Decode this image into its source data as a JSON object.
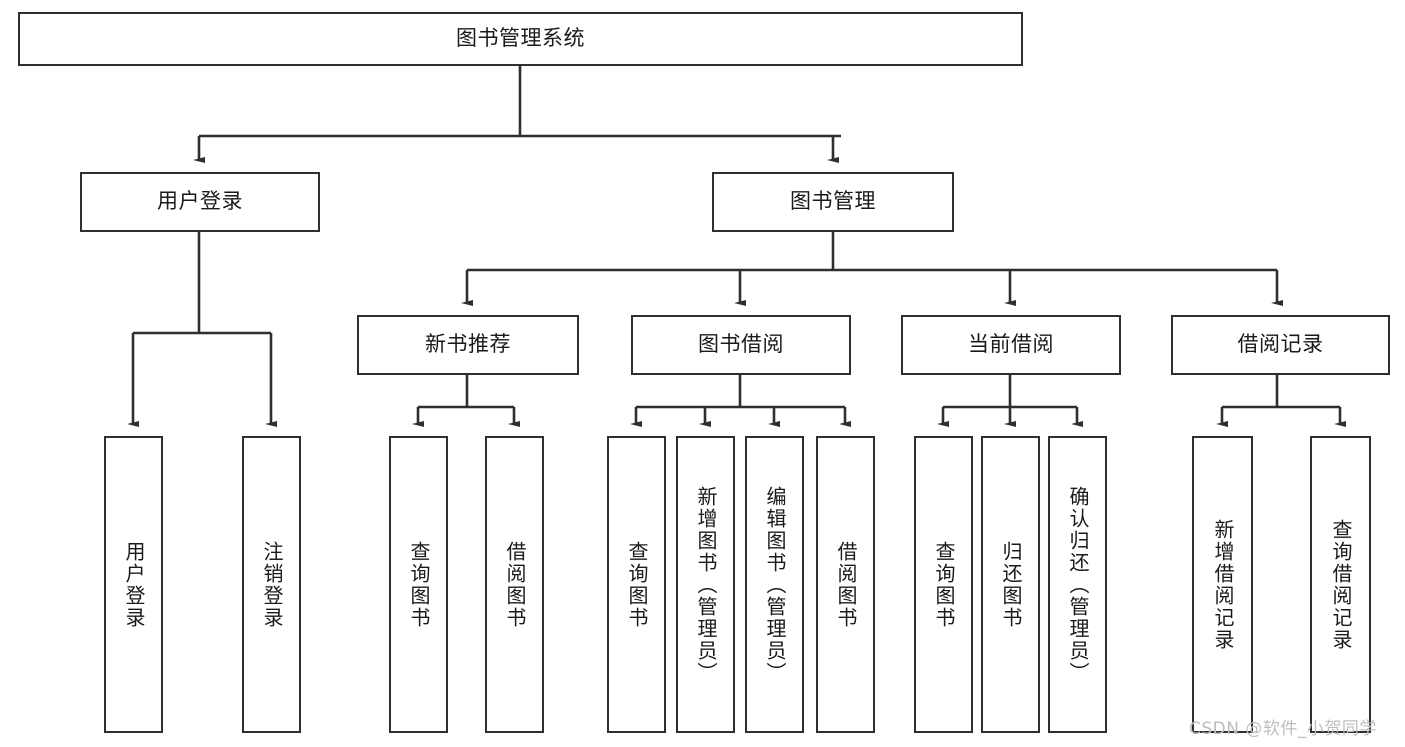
{
  "diagram": {
    "title": "图书管理系统",
    "type": "functional-structure-tree",
    "watermark": "CSDN @软件_小贺同学",
    "colors": {
      "border": "#2f2f2f",
      "background": "#ffffff",
      "text": "#1a1a1a",
      "edge": "#2f2f2f",
      "watermark": "#bdbdbd"
    }
  },
  "nodes": {
    "root": {
      "id": "root",
      "label": "图书管理系统",
      "level": 1,
      "orientation": "horizontal"
    },
    "l2": [
      {
        "id": "user-login",
        "label": "用户登录",
        "level": 2,
        "orientation": "horizontal"
      },
      {
        "id": "book-manage",
        "label": "图书管理",
        "level": 2,
        "orientation": "horizontal"
      }
    ],
    "l3": [
      {
        "id": "new-book-recommend",
        "label": "新书推荐",
        "level": 3,
        "orientation": "horizontal",
        "parent": "book-manage"
      },
      {
        "id": "book-borrow",
        "label": "图书借阅",
        "level": 3,
        "orientation": "horizontal",
        "parent": "book-manage"
      },
      {
        "id": "current-borrow",
        "label": "当前借阅",
        "level": 3,
        "orientation": "horizontal",
        "parent": "book-manage"
      },
      {
        "id": "borrow-record",
        "label": "借阅记录",
        "level": 3,
        "orientation": "horizontal",
        "parent": "book-manage"
      }
    ],
    "leaves": [
      {
        "id": "leaf-user-login",
        "label": "用户登录",
        "parent": "user-login",
        "orientation": "vertical"
      },
      {
        "id": "leaf-user-logout",
        "label": "注销登录",
        "parent": "user-login",
        "orientation": "vertical"
      },
      {
        "id": "leaf-query-book-1",
        "label": "查询图书",
        "parent": "new-book-recommend",
        "orientation": "vertical"
      },
      {
        "id": "leaf-borrow-book-1",
        "label": "借阅图书",
        "parent": "new-book-recommend",
        "orientation": "vertical"
      },
      {
        "id": "leaf-query-book-2",
        "label": "查询图书",
        "parent": "book-borrow",
        "orientation": "vertical"
      },
      {
        "id": "leaf-add-book",
        "label": "新增图书（管理员）",
        "parent": "book-borrow",
        "orientation": "vertical"
      },
      {
        "id": "leaf-edit-book",
        "label": "编辑图书（管理员）",
        "parent": "book-borrow",
        "orientation": "vertical"
      },
      {
        "id": "leaf-borrow-book-2",
        "label": "借阅图书",
        "parent": "book-borrow",
        "orientation": "vertical"
      },
      {
        "id": "leaf-query-book-3",
        "label": "查询图书",
        "parent": "current-borrow",
        "orientation": "vertical"
      },
      {
        "id": "leaf-return-book",
        "label": "归还图书",
        "parent": "current-borrow",
        "orientation": "vertical"
      },
      {
        "id": "leaf-confirm-return",
        "label": "确认归还（管理员）",
        "parent": "current-borrow",
        "orientation": "vertical"
      },
      {
        "id": "leaf-add-record",
        "label": "新增借阅记录",
        "parent": "borrow-record",
        "orientation": "vertical"
      },
      {
        "id": "leaf-query-record",
        "label": "查询借阅记录",
        "parent": "borrow-record",
        "orientation": "vertical"
      }
    ]
  }
}
